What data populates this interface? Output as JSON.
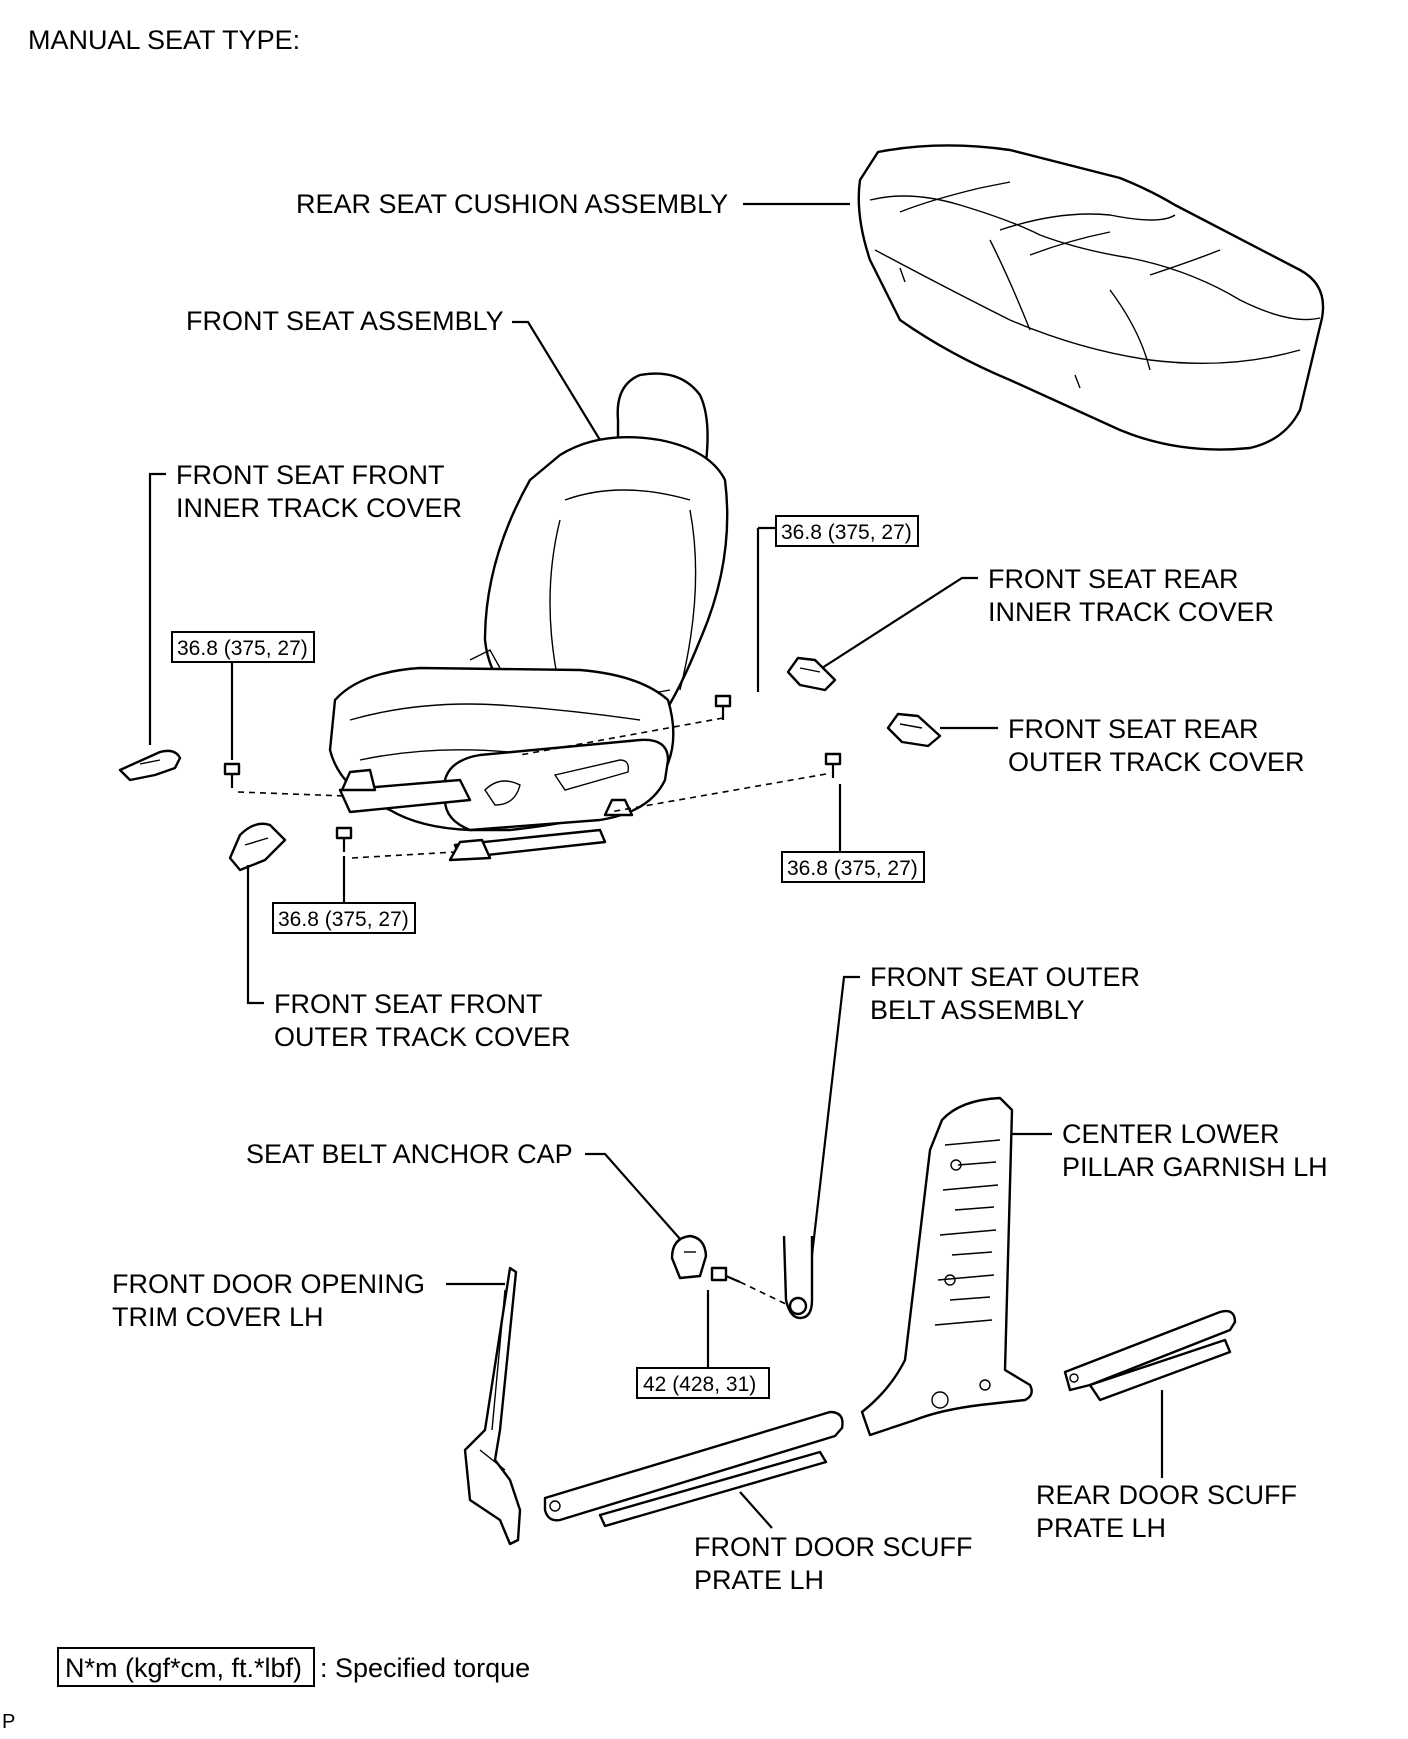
{
  "title": "MANUAL SEAT TYPE:",
  "labels": {
    "rear_seat_cushion": "REAR SEAT CUSHION ASSEMBLY",
    "front_seat": "FRONT SEAT ASSEMBLY",
    "front_inner_track_1": "FRONT SEAT FRONT",
    "front_inner_track_2": "INNER TRACK COVER",
    "rear_inner_track_1": "FRONT SEAT REAR",
    "rear_inner_track_2": "INNER TRACK COVER",
    "rear_outer_track_1": "FRONT SEAT REAR",
    "rear_outer_track_2": "OUTER TRACK COVER",
    "front_outer_track_1": "FRONT SEAT FRONT",
    "front_outer_track_2": "OUTER TRACK COVER",
    "outer_belt_1": "FRONT SEAT OUTER",
    "outer_belt_2": "BELT ASSEMBLY",
    "anchor_cap": "SEAT BELT ANCHOR CAP",
    "center_pillar_1": "CENTER LOWER",
    "center_pillar_2": "PILLAR GARNISH LH",
    "door_trim_1": "FRONT DOOR OPENING",
    "door_trim_2": "TRIM COVER LH",
    "front_scuff_1": "FRONT DOOR SCUFF",
    "front_scuff_2": "PRATE LH",
    "rear_scuff_1": "REAR DOOR SCUFF",
    "rear_scuff_2": "PRATE LH"
  },
  "torque": {
    "seat_bolt_upper_right": "36.8 (375, 27)",
    "seat_bolt_upper_left": "36.8 (375, 27)",
    "seat_bolt_lower_right": "36.8 (375, 27)",
    "seat_bolt_lower_left": "36.8 (375, 27)",
    "belt_anchor_bolt": "42 (428, 31)"
  },
  "legend": {
    "unit_box": "N*m (kgf*cm, ft.*lbf)",
    "description": ": Specified torque"
  },
  "corner_mark": "P"
}
